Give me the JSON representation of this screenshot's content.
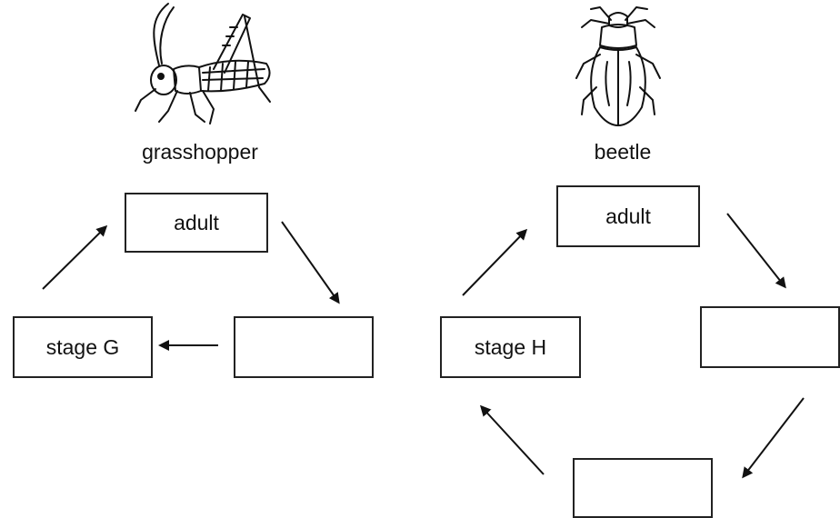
{
  "grasshopper": {
    "name": "grasshopper",
    "icon": "grasshopper-icon",
    "boxes": {
      "top": "adult",
      "right": "",
      "left": "stage G"
    }
  },
  "beetle": {
    "name": "beetle",
    "icon": "beetle-icon",
    "boxes": {
      "top": "adult",
      "right": "",
      "bottom": "",
      "left": "stage H"
    }
  }
}
